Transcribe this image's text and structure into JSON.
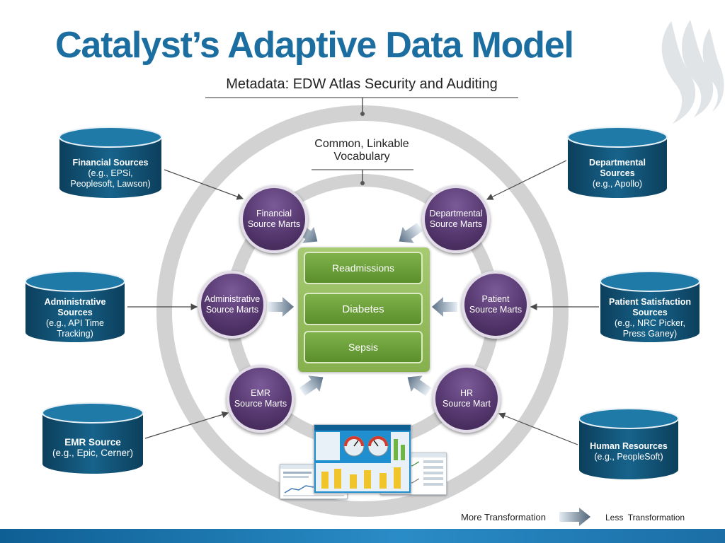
{
  "title": "Catalyst’s Adaptive Data Model",
  "outer_ring_label": "Metadata: EDW Atlas Security and Auditing",
  "inner_ring_label_line1": "Common, Linkable",
  "inner_ring_label_line2": "Vocabulary",
  "sources": {
    "financial": {
      "title": "Financial Sources",
      "lines": [
        "(e.g., EPSi,",
        "Peoplesoft, Lawson)"
      ]
    },
    "administrative": {
      "title_line1": "Administrative",
      "title_line2": "Sources",
      "lines": [
        "(e.g., API Time",
        "Tracking)"
      ]
    },
    "emr": {
      "title": "EMR Source",
      "lines": [
        "(e.g., Epic, Cerner)"
      ]
    },
    "departmental": {
      "title_line1": "Departmental",
      "title_line2": "Sources",
      "lines": [
        "(e.g., Apollo)"
      ]
    },
    "patient_satisfaction": {
      "title_line1": "Patient Satisfaction",
      "title_line2": "Sources",
      "lines": [
        "(e.g., NRC Picker,",
        "Press Ganey)"
      ]
    },
    "human_resources": {
      "title": "Human Resources",
      "lines": [
        "(e.g., PeopleSoft)"
      ]
    }
  },
  "marts": {
    "financial": [
      "Financial",
      "Source Marts"
    ],
    "administrative": [
      "Administrative",
      "Source Marts"
    ],
    "emr": [
      "EMR",
      "Source Marts"
    ],
    "departmental": [
      "Departmental",
      "Source Marts"
    ],
    "patient": [
      "Patient",
      "Source Marts"
    ],
    "hr": [
      "HR",
      "Source Mart"
    ]
  },
  "subject_areas": [
    "Readmissions",
    "Diabetes",
    "Sepsis"
  ],
  "legend": {
    "more": "More Transformation",
    "less": "Less  Transformation"
  },
  "colors": {
    "title": "#1c6ea0",
    "source_cylinder": "#0f4d6e",
    "source_mart": "#56386f",
    "subject_area": "#6aa03a",
    "ring": "#d3d3d3",
    "bottom_bar": "#1a72a8"
  },
  "icons": [
    "flame-logo-icon",
    "database-cylinder-icon",
    "arrow-right-icon"
  ]
}
